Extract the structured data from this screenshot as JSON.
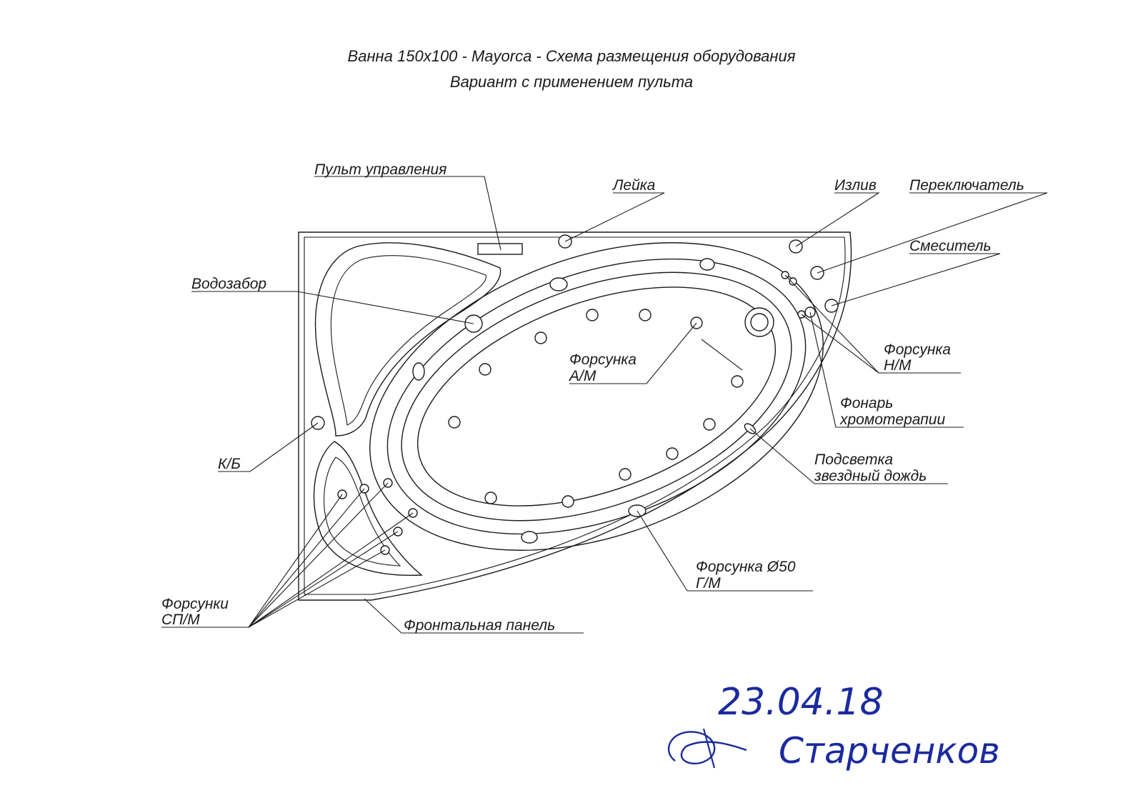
{
  "title": {
    "line1": "Ванна 150x100 - Mayorca - Схема размещения оборудования",
    "line2": "Вариант с применением пульта"
  },
  "labels": {
    "control_panel": "Пульт управления",
    "shower_head": "Лейка",
    "spout": "Излив",
    "switch": "Переключатель",
    "mixer": "Смеситель",
    "water_intake": "Водозабор",
    "nozzle_am_1": "Форсунка",
    "nozzle_am_2": "А/М",
    "nozzle_nm_1": "Форсунка",
    "nozzle_nm_2": "Н/М",
    "chromo_1": "Фонарь",
    "chromo_2": "хромотерапии",
    "star_rain_1": "Подсветка",
    "star_rain_2": "звездный дождь",
    "nozzle50_1": "Форсунка Ø50",
    "nozzle50_2": "Г/М",
    "kb": "К/Б",
    "nozzles_sp_1": "Форсунки",
    "nozzles_sp_2": "СП/М",
    "front_panel": "Фронтальная панель"
  },
  "signature": {
    "date": "23.04.18",
    "name": "Старченков"
  },
  "colors": {
    "ink": "#1a1a1a",
    "signature_ink": "#1b2a9e"
  }
}
